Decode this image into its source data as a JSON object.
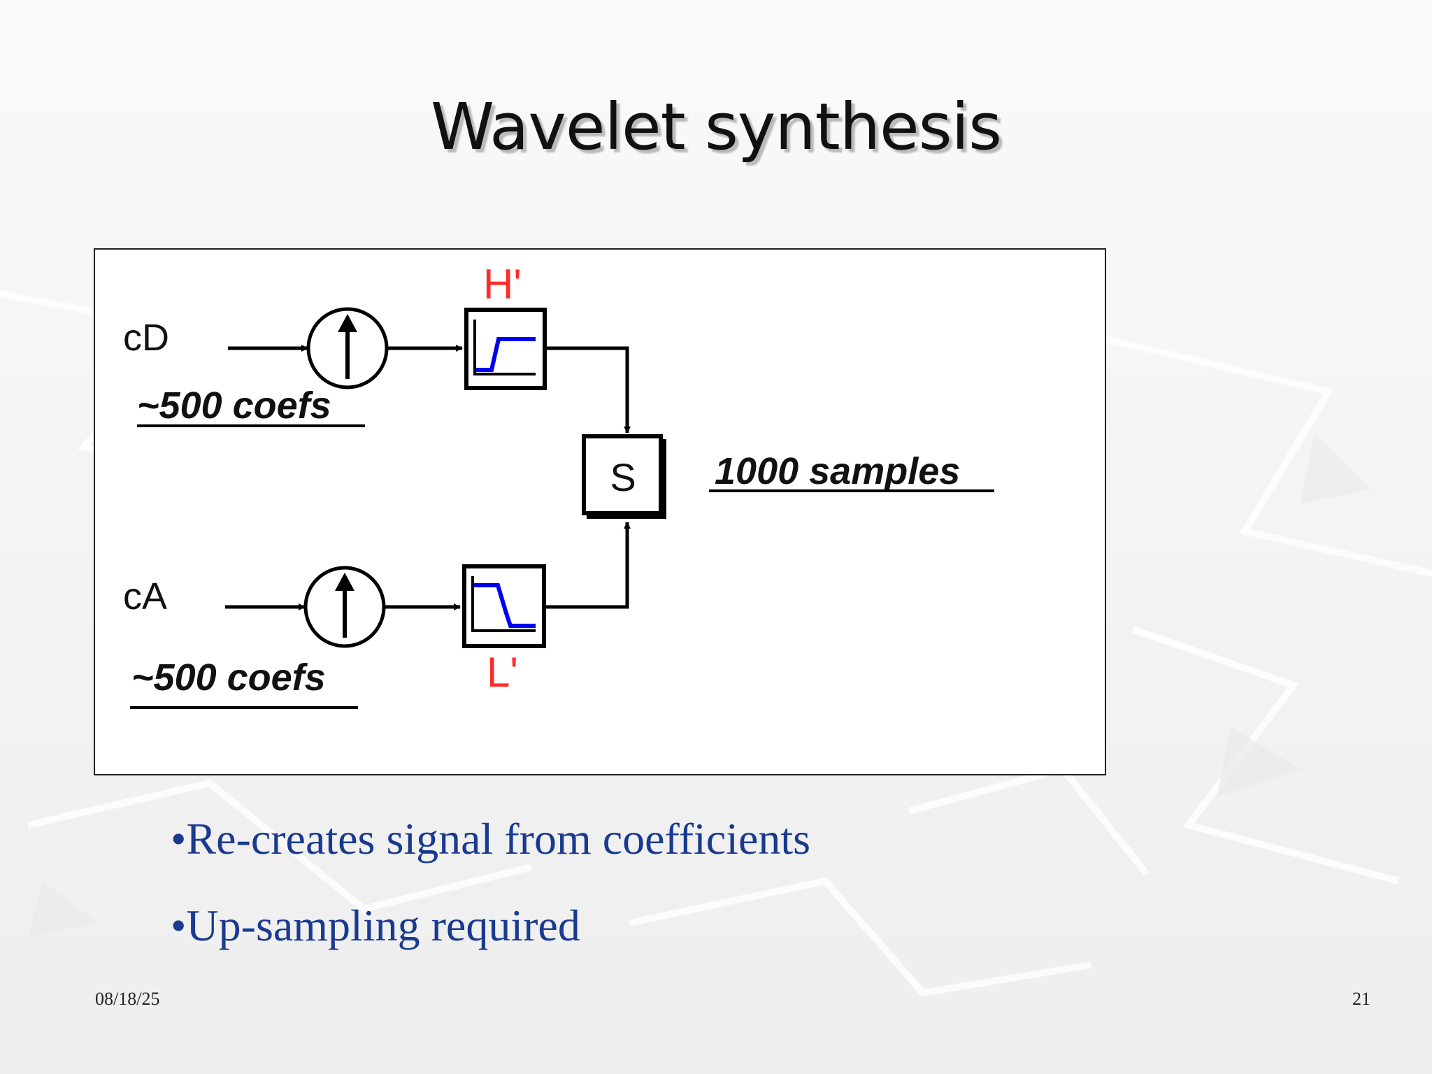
{
  "slide": {
    "title": "Wavelet synthesis",
    "date": "08/18/25",
    "number": "21"
  },
  "diagram": {
    "top_input": "cD",
    "top_count": "~500 coefs",
    "bottom_input": "cA",
    "bottom_count": "~500 coefs",
    "highpass_label": "H'",
    "lowpass_label": "L'",
    "sum_label": "S",
    "output_label": "1000 samples",
    "colors": {
      "filter_label": "#ff2a2a",
      "filter_curve": "#0000ee",
      "lines": "#000000"
    },
    "icons": [
      "upsample-icon",
      "highpass-filter-icon",
      "lowpass-filter-icon"
    ]
  },
  "bullets": [
    "•Re-creates signal from coefficients",
    "•Up-sampling required"
  ]
}
